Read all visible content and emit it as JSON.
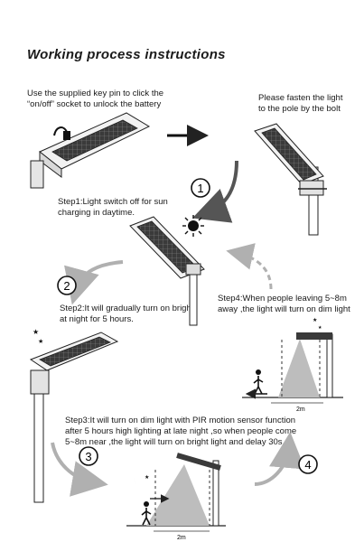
{
  "title": "Working process instructions",
  "intro": {
    "line1": "Use the supplied key pin to click the",
    "line2": "“on/off” socket to unlock the battery"
  },
  "fasten": {
    "line1": "Please fasten the light",
    "line2": "to the pole by the bolt"
  },
  "step1": {
    "line1": "Step1:Light switch off for sun",
    "line2": "charging in daytime."
  },
  "step2": {
    "line1": "Step2:It will gradually turn on bright",
    "line2": "at night for 5 hours."
  },
  "step3": {
    "line1": "Step3:It will turn on dim light with PIR motion sensor function",
    "line2": "after 5 hours high lighting at late night ,so when people come",
    "line3": "5~8m near ,the light will turn on bright light and delay 30s."
  },
  "step4": {
    "line1": "Step4:When people leaving 5~8m",
    "line2": "away ,the light will turn on dim light"
  },
  "markers": [
    "1",
    "2",
    "3",
    "4"
  ],
  "distance_label": "2m",
  "colors": {
    "panel": "#3a3a3a",
    "beam": "#bdbdbd",
    "arrow": "#9a9a9a",
    "arrow_dark": "#555555"
  },
  "icons": [
    "street-light-icon",
    "sun-icon",
    "moon-stars-icon",
    "person-icon",
    "arrow-icon"
  ]
}
